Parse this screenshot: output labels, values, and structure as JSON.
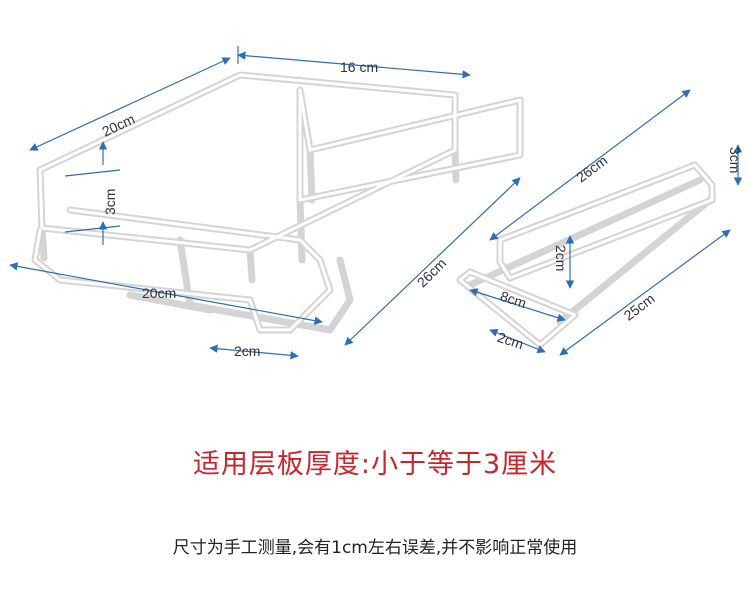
{
  "colors": {
    "wire": "#d4d4d4",
    "dimension_line": "#2c6fb5",
    "headline": "#c9252c",
    "note": "#222222"
  },
  "left_rack": {
    "width_top": "16 cm",
    "depth_left": "20cm",
    "height": "3cm",
    "length": "26cm",
    "bottom_width": "20cm",
    "gap": "2cm"
  },
  "right_rack": {
    "length_top": "26cm",
    "side": "3cm",
    "inner_height": "2cm",
    "width": "8cm",
    "gap": "2cm",
    "length_bottom": "25cm"
  },
  "headline": "适用层板厚度:小于等于3厘米",
  "note": "尺寸为手工测量,会有1cm左右误差,并不影响正常使用"
}
